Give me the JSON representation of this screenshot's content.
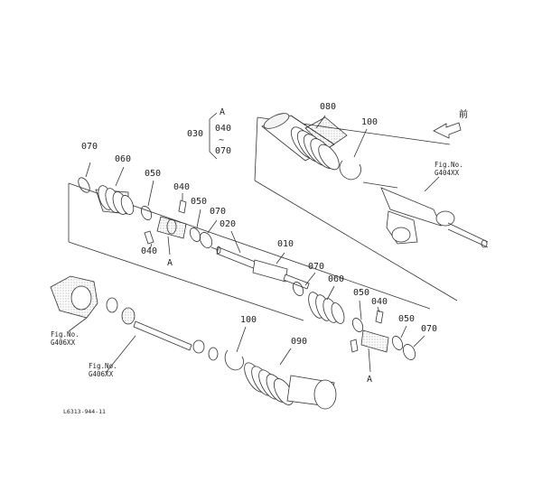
{
  "labels": {
    "p070_a": "070",
    "p060_a": "060",
    "p050_a": "050",
    "p040_a": "040",
    "p050_b": "050",
    "p070_b": "070",
    "p020": "020",
    "p010": "010",
    "p040_b": "040",
    "letter_a1": "A",
    "p080": "080",
    "p100_a": "100",
    "p070_c": "070",
    "p060_b": "060",
    "p050_c": "050",
    "p040_c": "040",
    "p050_d": "050",
    "p070_d": "070",
    "letter_a2": "A",
    "p100_b": "100",
    "p090": "090"
  },
  "group_note": {
    "ref": "030",
    "line1": "A",
    "line2": "040",
    "line3": "~",
    "line4": "070"
  },
  "figrefs": {
    "g404_line1": "Fig.No.",
    "g404_line2": "G404XX",
    "g406a_line1": "Fig.No.",
    "g406a_line2": "G406XX",
    "g406b_line1": "Fig.No.",
    "g406b_line2": "G406XX"
  },
  "direction_kanji": "前",
  "drawing_code": "L6313-944-11"
}
